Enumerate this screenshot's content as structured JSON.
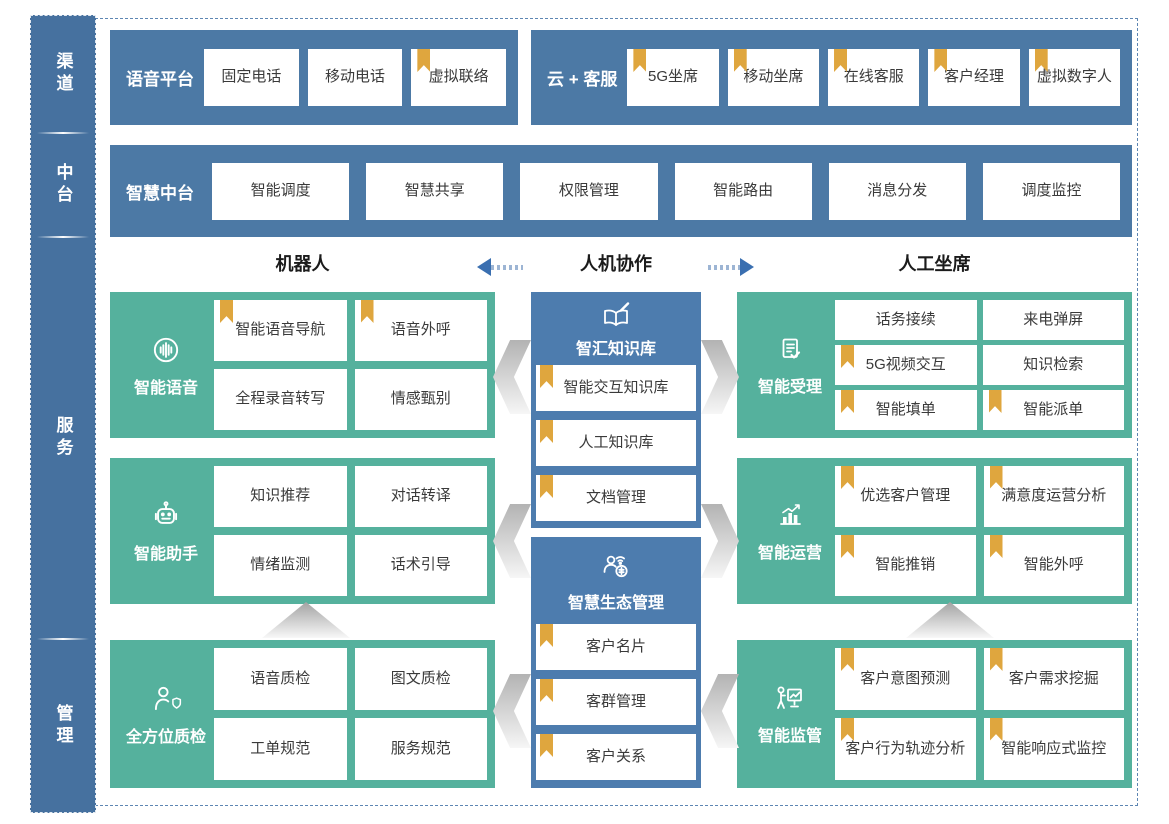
{
  "colors": {
    "band_blue": "#4c79a5",
    "panel_blue": "#4d7cae",
    "sidebar_blue": "#46719f",
    "teal_green": "#55b19d",
    "bookmark_gold": "#dfa63e",
    "arrow_blue": "#3a6fb0"
  },
  "sidebar": {
    "items": [
      {
        "label": "渠道"
      },
      {
        "label": "中台"
      },
      {
        "label": "服务"
      },
      {
        "label": "管理"
      }
    ]
  },
  "bands": {
    "voice_platform": {
      "title": "语音平台",
      "items": [
        {
          "label": "固定电话",
          "bookmark": false
        },
        {
          "label": "移动电话",
          "bookmark": false
        },
        {
          "label": "虚拟联络",
          "bookmark": true
        }
      ]
    },
    "cloud_service": {
      "title": "云 + 客服",
      "items": [
        {
          "label": "5G坐席",
          "bookmark": true
        },
        {
          "label": "移动坐席",
          "bookmark": true
        },
        {
          "label": "在线客服",
          "bookmark": true
        },
        {
          "label": "客户经理",
          "bookmark": true
        },
        {
          "label": "虚拟数字人",
          "bookmark": true
        }
      ]
    },
    "smart_midplatform": {
      "title": "智慧中台",
      "items": [
        {
          "label": "智能调度",
          "bookmark": false
        },
        {
          "label": "智慧共享",
          "bookmark": false
        },
        {
          "label": "权限管理",
          "bookmark": false
        },
        {
          "label": "智能路由",
          "bookmark": false
        },
        {
          "label": "消息分发",
          "bookmark": false
        },
        {
          "label": "调度监控",
          "bookmark": false
        }
      ]
    }
  },
  "collab_header": {
    "robot": "机器人",
    "center": "人机协作",
    "agent": "人工坐席"
  },
  "left_panels": [
    {
      "title": "智能语音",
      "icon": "voice-wave-icon",
      "items": [
        {
          "label": "智能语音导航",
          "bookmark": true
        },
        {
          "label": "语音外呼",
          "bookmark": true
        },
        {
          "label": "全程录音转写",
          "bookmark": false
        },
        {
          "label": "情感甄别",
          "bookmark": false
        }
      ]
    },
    {
      "title": "智能助手",
      "icon": "robot-icon",
      "items": [
        {
          "label": "知识推荐",
          "bookmark": false
        },
        {
          "label": "对话转译",
          "bookmark": false
        },
        {
          "label": "情绪监测",
          "bookmark": false
        },
        {
          "label": "话术引导",
          "bookmark": false
        }
      ]
    },
    {
      "title": "全方位质检",
      "icon": "quality-inspector-icon",
      "items": [
        {
          "label": "语音质检",
          "bookmark": false
        },
        {
          "label": "图文质检",
          "bookmark": false
        },
        {
          "label": "工单规范",
          "bookmark": false
        },
        {
          "label": "服务规范",
          "bookmark": false
        }
      ]
    }
  ],
  "center_panels": [
    {
      "title": "智汇知识库",
      "icon": "knowledge-book-icon",
      "items": [
        {
          "label": "智能交互知识库",
          "bookmark": true
        },
        {
          "label": "人工知识库",
          "bookmark": true
        },
        {
          "label": "文档管理",
          "bookmark": true
        }
      ]
    },
    {
      "title": "智慧生态管理",
      "icon": "eco-person-icon",
      "items": [
        {
          "label": "客户名片",
          "bookmark": true
        },
        {
          "label": "客群管理",
          "bookmark": true
        },
        {
          "label": "客户关系",
          "bookmark": true
        }
      ]
    }
  ],
  "right_panels": [
    {
      "title": "智能受理",
      "icon": "document-check-icon",
      "items": [
        {
          "label": "话务接续",
          "bookmark": false
        },
        {
          "label": "来电弹屏",
          "bookmark": false
        },
        {
          "label": "5G视频交互",
          "bookmark": true
        },
        {
          "label": "知识检索",
          "bookmark": false
        },
        {
          "label": "智能填单",
          "bookmark": true
        },
        {
          "label": "智能派单",
          "bookmark": true
        }
      ]
    },
    {
      "title": "智能运营",
      "icon": "chart-growth-icon",
      "items": [
        {
          "label": "优选客户管理",
          "bookmark": true
        },
        {
          "label": "满意度运营分析",
          "bookmark": true
        },
        {
          "label": "智能推销",
          "bookmark": true
        },
        {
          "label": "智能外呼",
          "bookmark": true
        }
      ]
    },
    {
      "title": "智能监管",
      "icon": "presenter-chart-icon",
      "items": [
        {
          "label": "客户意图预测",
          "bookmark": true
        },
        {
          "label": "客户需求挖掘",
          "bookmark": true
        },
        {
          "label": "客户行为轨迹分析",
          "bookmark": true
        },
        {
          "label": "智能响应式监控",
          "bookmark": true
        }
      ]
    }
  ]
}
